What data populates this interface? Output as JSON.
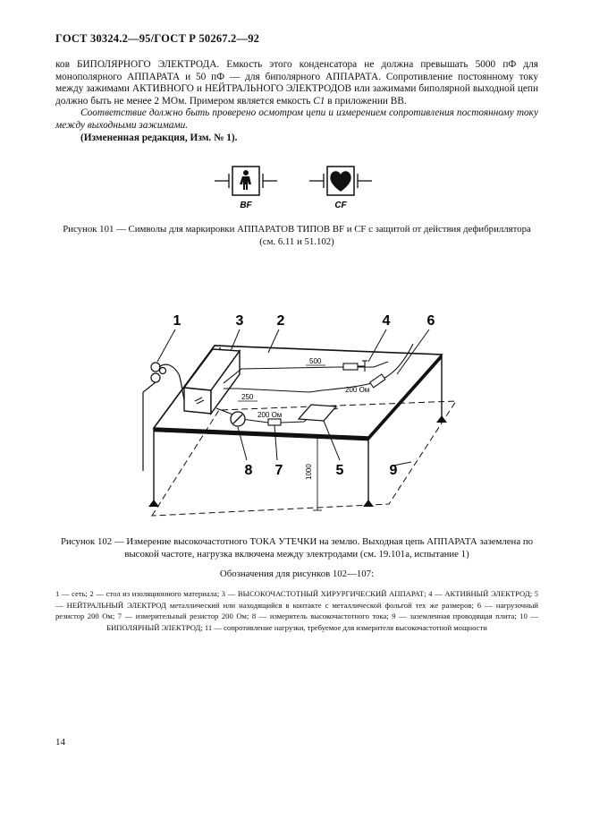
{
  "header": {
    "title": "ГОСТ 30324.2—95/ГОСТ Р 50267.2—92"
  },
  "body": {
    "para1": "ков БИПОЛЯРНОГО ЭЛЕКТРОДА. Емкость этого конденсатора не должна превышать 5000 пФ для монополярного АППАРАТА и 50 пФ — для биполярного АППАРАТА. Сопротивление постоянному току между зажимами АКТИВНОГО и НЕЙТРАЛЬНОГО ЭЛЕКТРОДОВ или зажимами биполярной выходной цепи должно быть не менее 2 МОм. Примером является емкость",
    "para1_c1": "C1",
    "para1_end": " в приложении ВВ.",
    "para2": "Соответствие должно быть проверено осмотром цепи и измерением сопротивления постоянному току между выходными зажимами.",
    "para3": "(Измененная редакция, Изм. № 1)."
  },
  "figure101": {
    "symbol_bf_label": "BF",
    "symbol_cf_label": "CF",
    "caption": "Рисунок 101 — Символы для маркировки АППАРАТОВ ТИПОВ BF и CF с защитой от действия дефибриллятора (см. 6.11 и 51.102)"
  },
  "figure102": {
    "callouts": [
      "1",
      "3",
      "2",
      "4",
      "6",
      "8",
      "7",
      "5",
      "9"
    ],
    "dim_500": "500",
    "dim_250": "250",
    "dim_1000": "1000",
    "resistor_a": "200 Ом",
    "resistor_b": "200 Ом",
    "caption": "Рисунок 102 — Измерение высокочастотного ТОКА УТЕЧКИ на землю. Выходная цепь АППАРАТА заземлена по высокой частоте, нагрузка включена между электродами (см. 19.101а, испытание 1)"
  },
  "legend": {
    "title": "Обозначения для рисунков 102—107:",
    "text": "1 — сеть; 2 — стол из изоляционного материала; 3 — ВЫСОКОЧАСТОТНЫЙ ХИРУРГИЧЕСКИЙ АППАРАТ; 4 — АКТИВНЫЙ ЭЛЕКТРОД; 5 — НЕЙТРАЛЬНЫЙ ЭЛЕКТРОД металлический или находящийся в контакте с металлической фольгой тех же размеров; 6 — нагрузочный резистор 200 Ом; 7 — измерительный резистор 200 Ом; 8 — измеритель высокочастотного тока; 9 — заземленная проводящая плита; 10 — БИПОЛЯРНЫЙ ЭЛЕКТРОД; 11 — сопротивление нагрузки, требуемое для измерителя высокочастотной мощности"
  },
  "footer": {
    "page_number": "14"
  }
}
